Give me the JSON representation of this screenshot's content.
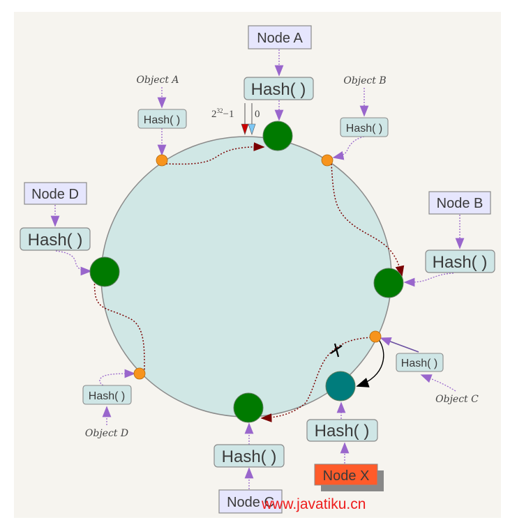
{
  "diagram": {
    "title": "Consistent hashing ring",
    "colors": {
      "background": "#f6f4ef",
      "ring_fill": "#d0e7e5",
      "ring_stroke": "#8a8a8a",
      "node_green": "#007a00",
      "node_teal": "#007c7c",
      "object_orange": "#f7941d",
      "node_box_fill": "#e6e6fd",
      "hash_box_fill": "#cfe6e6",
      "new_node_fill": "#ff5b2a",
      "purple_arrow": "#9966cc",
      "route_arrow": "#7a0000",
      "marker_red": "#cc0000",
      "marker_blue": "#7ec8f5",
      "watermark": "#ee1c1c"
    },
    "ring_markers": {
      "max_label_base": "2",
      "max_label_exp": "32",
      "max_label_tail": "−1",
      "zero_label": "0"
    },
    "nodes": [
      {
        "id": "A",
        "label": "Node A",
        "hash_label": "Hash( )",
        "status": "existing"
      },
      {
        "id": "B",
        "label": "Node B",
        "hash_label": "Hash( )",
        "status": "existing"
      },
      {
        "id": "C",
        "label": "Node C",
        "hash_label": "Hash( )",
        "status": "existing"
      },
      {
        "id": "D",
        "label": "Node D",
        "hash_label": "Hash( )",
        "status": "existing"
      },
      {
        "id": "X",
        "label": "Node X",
        "hash_label": "Hash( )",
        "status": "added"
      }
    ],
    "objects": [
      {
        "id": "A",
        "label": "Object A",
        "hash_label": "Hash( )",
        "maps_to": "Node A"
      },
      {
        "id": "B",
        "label": "Object B",
        "hash_label": "Hash( )",
        "maps_to": "Node B"
      },
      {
        "id": "C",
        "label": "Object C",
        "hash_label": "Hash( )",
        "maps_to": "Node X",
        "previous": "Node C"
      },
      {
        "id": "D",
        "label": "Object D",
        "hash_label": "Hash( )",
        "maps_to": "Node D"
      }
    ],
    "watermark": "www.javatiku.cn"
  }
}
